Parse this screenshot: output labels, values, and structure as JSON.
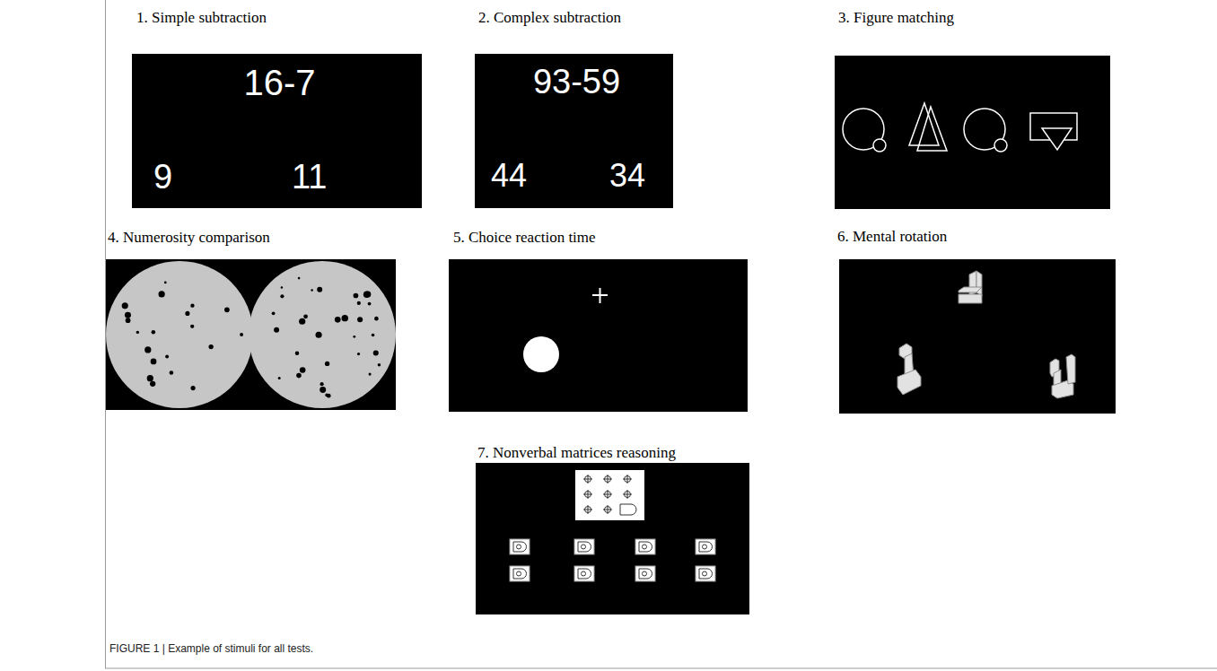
{
  "diagram": {
    "caption": "FIGURE 1 | Example of stimuli for all tests.",
    "nodes": [
      {
        "text": [
          "1. Simple subtraction",
          "16-7",
          "9",
          "11"
        ]
      },
      {
        "text": [
          "2. Complex subtraction",
          "93-59",
          "44",
          "34"
        ]
      },
      {
        "text": [
          "3. Figure matching"
        ]
      },
      {
        "text": [
          "4. Numerosity comparison"
        ]
      },
      {
        "text": [
          "5. Choice reaction time"
        ]
      },
      {
        "text": [
          "6. Mental rotation"
        ]
      },
      {
        "text": [
          "7. Nonverbal matrices reasoning"
        ]
      }
    ]
  }
}
